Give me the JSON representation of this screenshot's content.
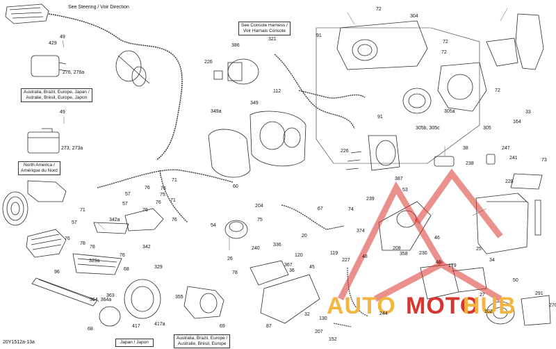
{
  "figure_code": "20Y1512a-13a",
  "notes": {
    "steering": "See Steering / Voir Direction",
    "console": [
      "See Console Harness /",
      "Voir Harnais Console"
    ],
    "market_a": [
      "Australia, Brazil, Europe, Japan /",
      "Autralie, Brésil, Europe, Japon"
    ],
    "market_b": [
      "North America /",
      "Amérique du Nord"
    ],
    "market_c": "Japan / Japon",
    "market_d": [
      "Australia, Brazil, Europe /",
      "Australie, Brésil, Europe"
    ]
  },
  "watermark": {
    "part1": "AUTO",
    "part2": "MOTO",
    "part3": "HUB"
  },
  "colors": {
    "line": "#2a2a2a",
    "watermark_red": "#d8352f",
    "watermark_yellow": "#f2b640"
  },
  "callouts": [
    "429",
    "49",
    "276, 276a",
    "49",
    "273, 273a",
    "72",
    "304",
    "91",
    "72",
    "72",
    "72",
    "386",
    "226",
    "321",
    "112",
    "349a",
    "349",
    "305a",
    "305b, 305c",
    "305",
    "91",
    "33",
    "164",
    "247",
    "241",
    "73",
    "238",
    "38",
    "226",
    "387",
    "71",
    "76",
    "76",
    "75",
    "57",
    "76",
    "71",
    "76",
    "57",
    "71",
    "76",
    "342a",
    "342",
    "57",
    "78",
    "76",
    "78",
    "76",
    "68",
    "329a",
    "329",
    "96",
    "364, 364a",
    "363",
    "68",
    "417a",
    "417",
    "355",
    "69",
    "60",
    "204",
    "75",
    "54",
    "26",
    "67",
    "74",
    "374",
    "20",
    "119",
    "240",
    "336",
    "120",
    "78",
    "367",
    "36",
    "45",
    "32",
    "87",
    "239",
    "53",
    "48",
    "208",
    "46",
    "230",
    "358",
    "46",
    "179",
    "25",
    "34",
    "27",
    "50",
    "291",
    "270",
    "102",
    "244",
    "207",
    "130",
    "227",
    "152",
    "228"
  ]
}
